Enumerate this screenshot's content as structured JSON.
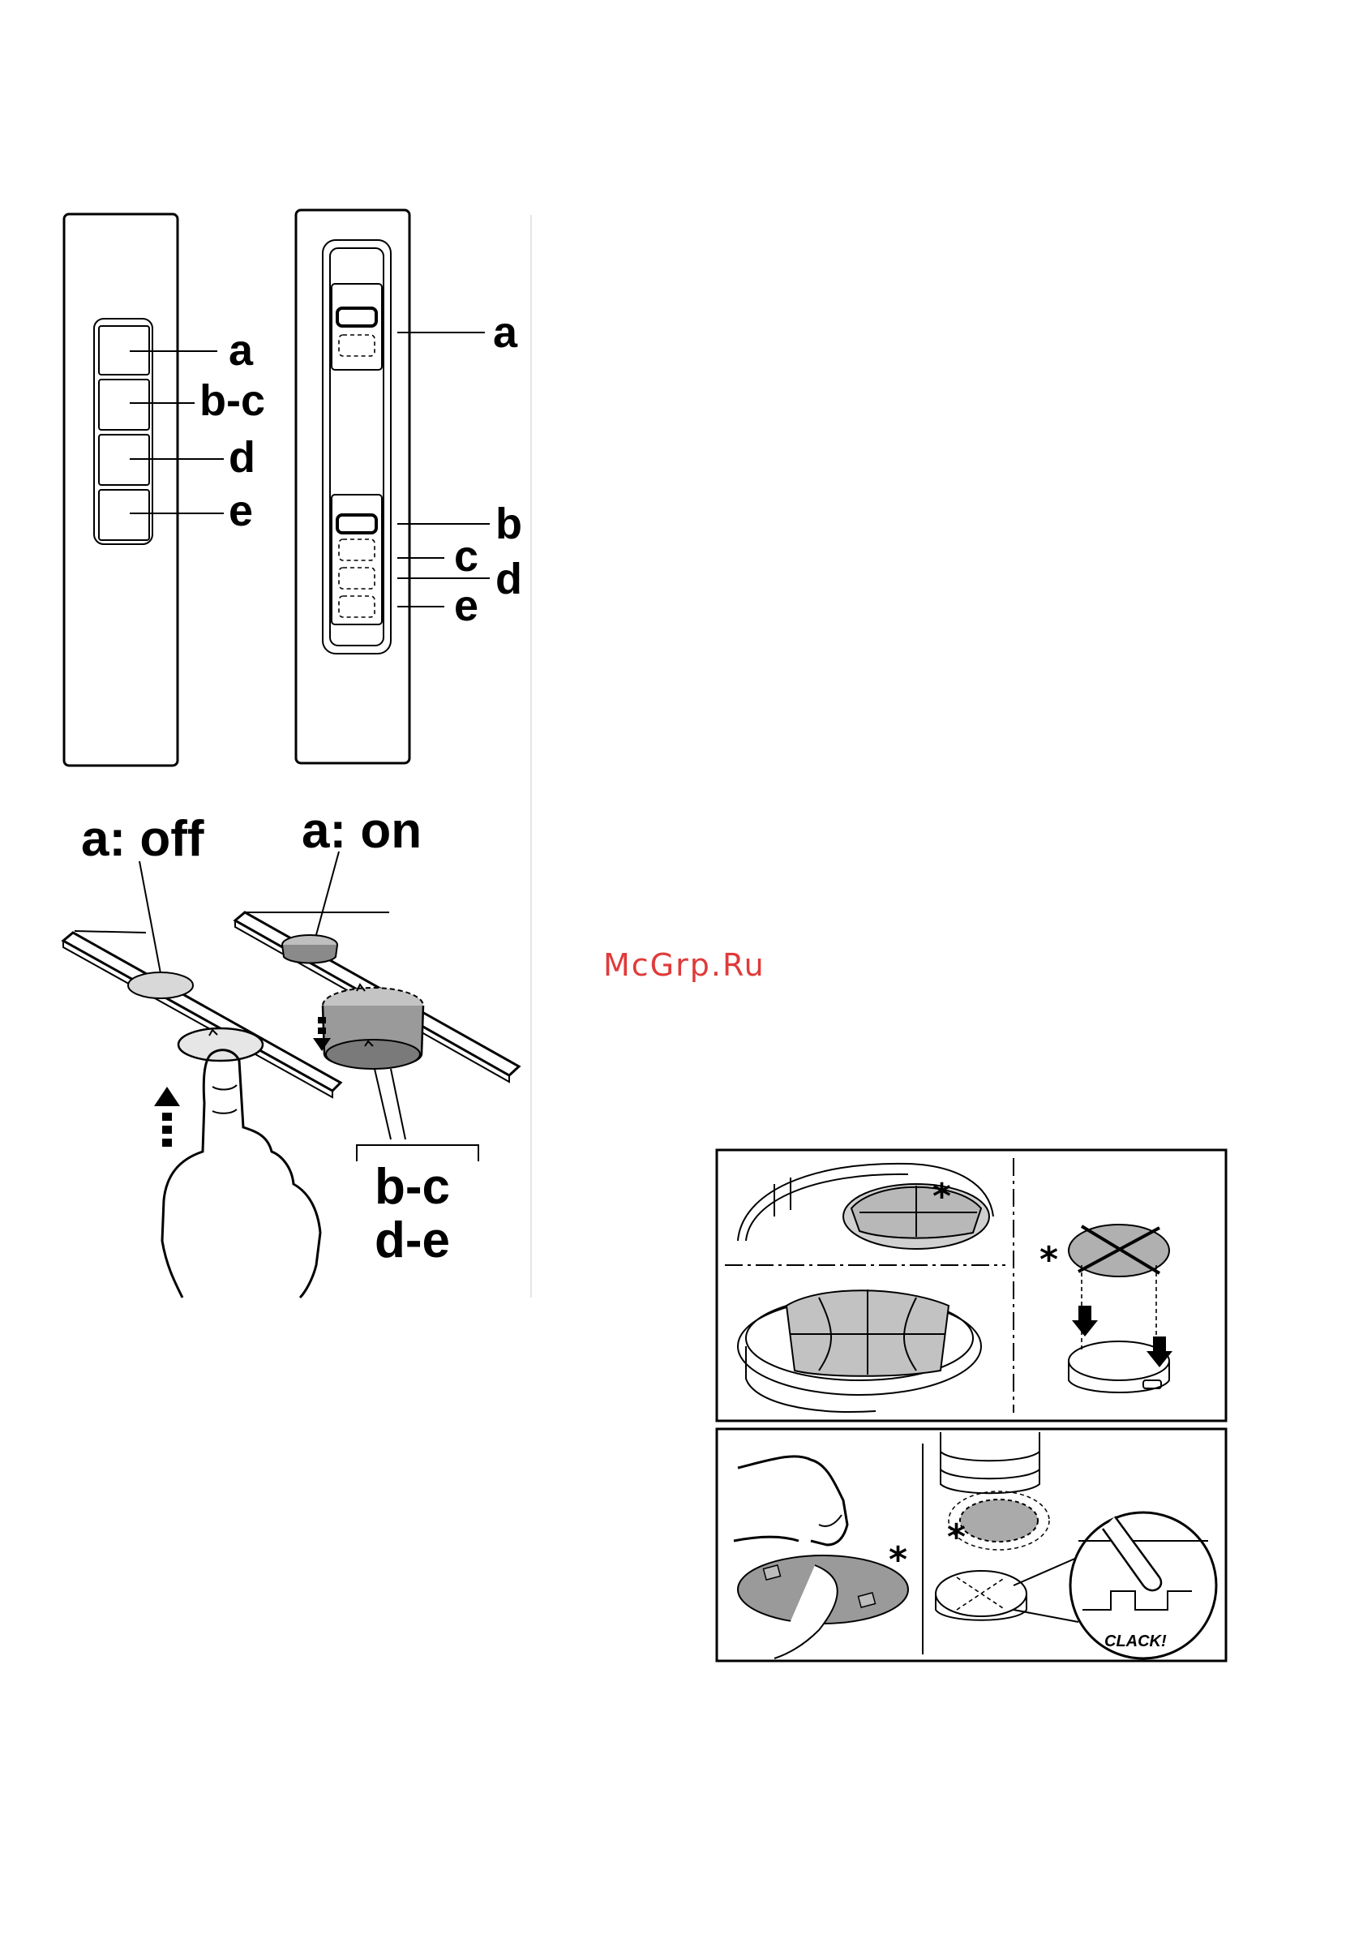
{
  "panel_left": {
    "labels": [
      "a",
      "b-c",
      "d",
      "e"
    ]
  },
  "panel_right": {
    "labels": [
      "a",
      "b",
      "c",
      "d",
      "e"
    ]
  },
  "switch_states": {
    "off_label": "a: off",
    "on_label": "a: on",
    "group_label_1": "b-c",
    "group_label_2": "d-e"
  },
  "watermark": "McGrp.Ru",
  "filter_steps": {
    "star_symbol": "*",
    "clack_text": "CLACK!"
  },
  "colors": {
    "line": "#000000",
    "watermark": "#e03a3a",
    "fill_gray": "#9a9a9a",
    "fill_light": "#d8d8d8"
  }
}
